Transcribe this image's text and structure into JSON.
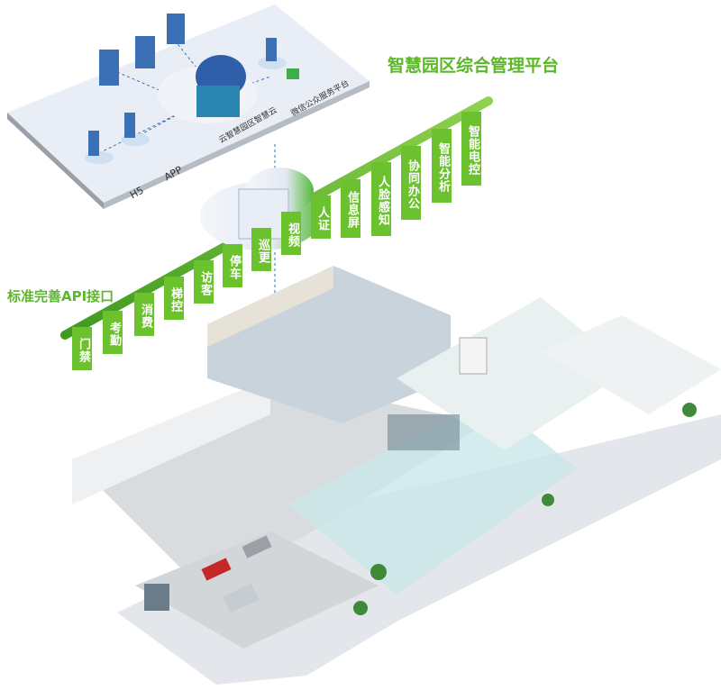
{
  "platform": {
    "title": "智慧园区综合管理平台",
    "api_label": "标准完善API接口",
    "top_labels": {
      "h5": "H5",
      "app": "APP",
      "cloud": "云智慧园区智慧云",
      "wechat": "微信公众服务平台"
    }
  },
  "modules": [
    {
      "label": "门禁"
    },
    {
      "label": "考勤"
    },
    {
      "label": "消费"
    },
    {
      "label": "梯控"
    },
    {
      "label": "访客"
    },
    {
      "label": "停车"
    },
    {
      "label": "巡更"
    },
    {
      "label": "视频"
    },
    {
      "label": "人证"
    },
    {
      "label": "信息屏"
    },
    {
      "label": "人脸感知"
    },
    {
      "label": "协同办公"
    },
    {
      "label": "智能分析"
    },
    {
      "label": "智能电控"
    }
  ],
  "colors": {
    "accent": "#6cc12e",
    "pipe": "#4fae27",
    "plane": "#e9edf5",
    "floor": "#dfe3e8",
    "glass": "#bfe3e6"
  }
}
